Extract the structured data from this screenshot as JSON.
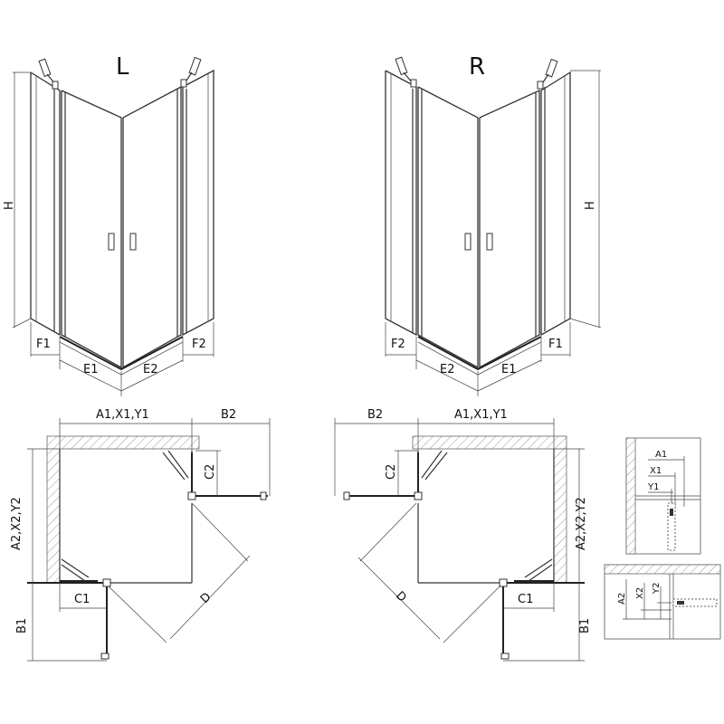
{
  "views": {
    "left_title": "L",
    "right_title": "R"
  },
  "elevation_labels": {
    "height": "H",
    "f1": "F1",
    "f2": "F2",
    "e1": "E1",
    "e2": "E2"
  },
  "plan_labels": {
    "a1x1y1": "A1,X1,Y1",
    "a2x2y2": "A2,X2,Y2",
    "b1": "B1",
    "b2": "B2",
    "c1": "C1",
    "c2": "C2",
    "d": "D"
  },
  "detail_labels": {
    "a1": "A1",
    "x1": "X1",
    "y1": "Y1",
    "a2": "A2",
    "x2": "X2",
    "y2": "Y2"
  }
}
